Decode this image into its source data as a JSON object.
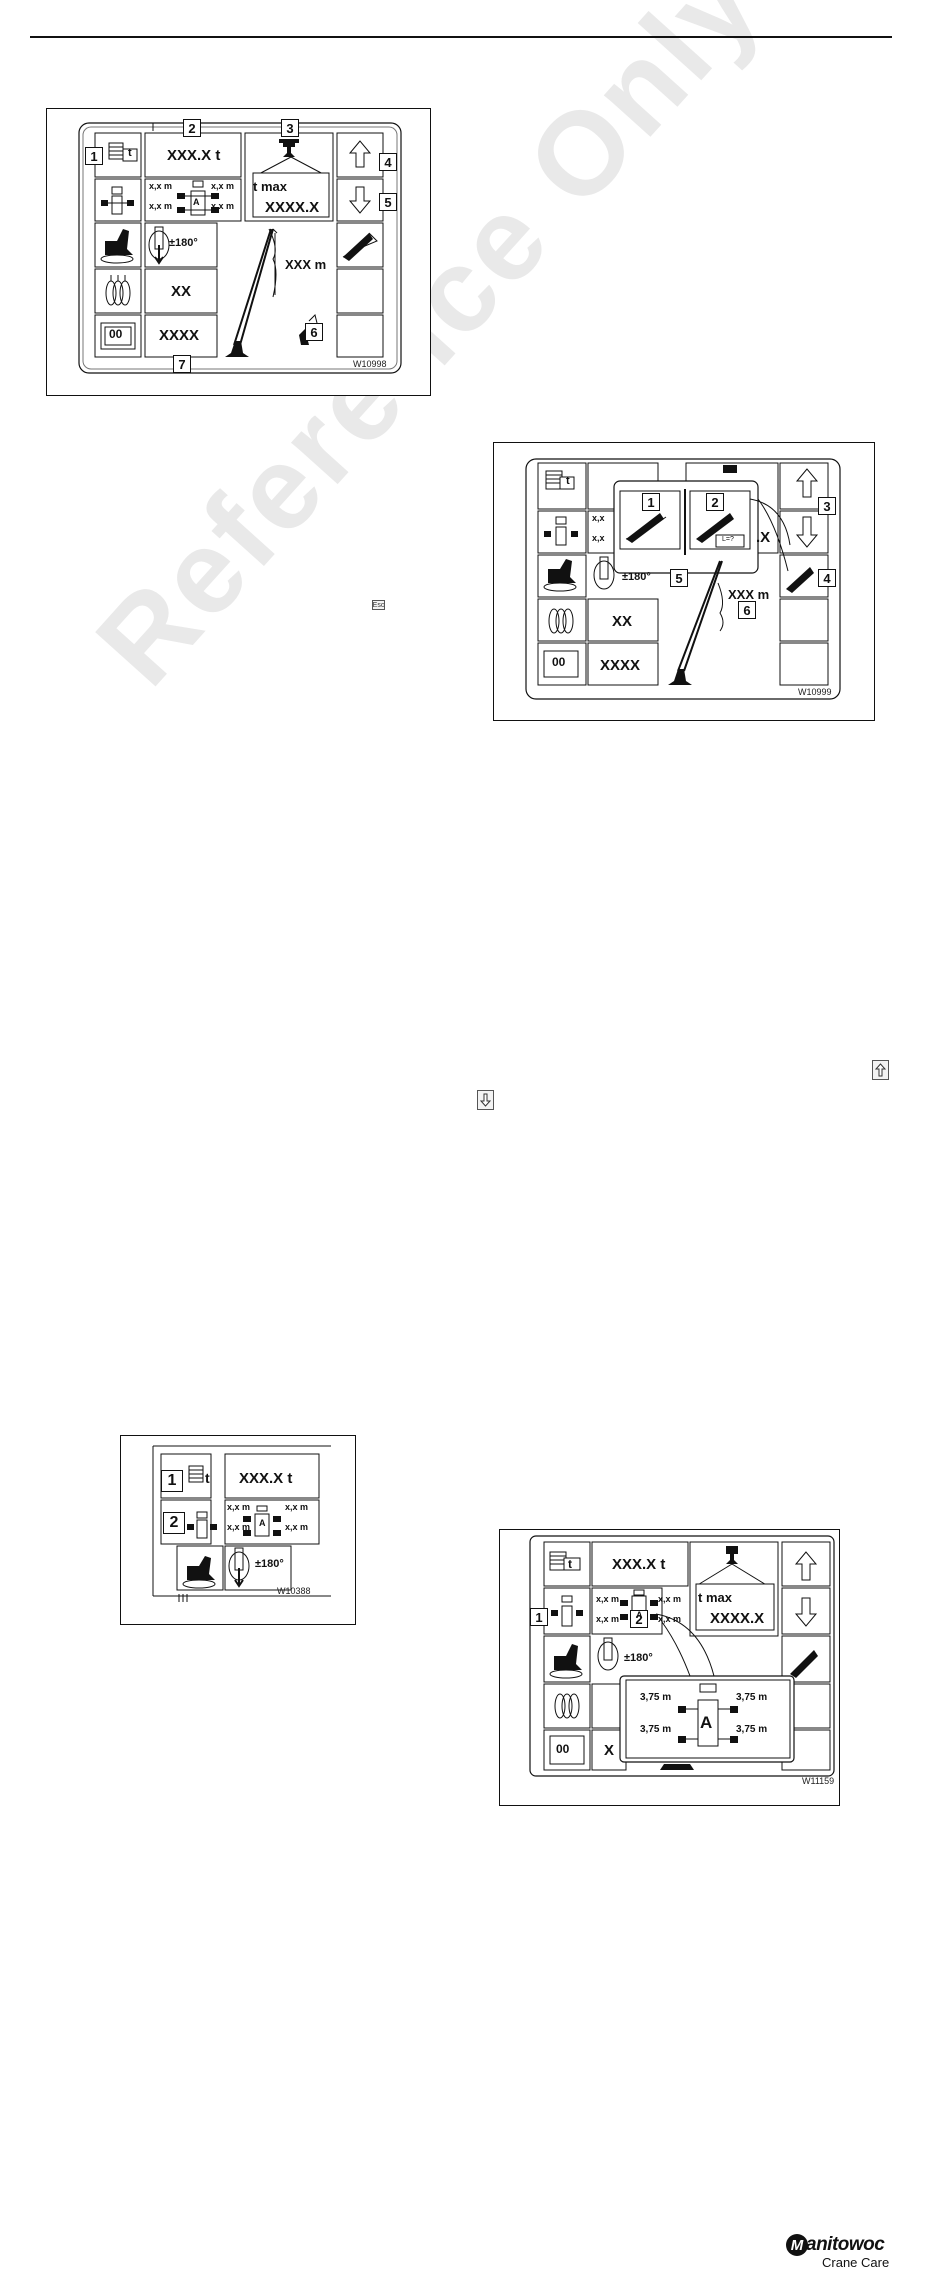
{
  "figure1": {
    "callouts": [
      "1",
      "2",
      "3",
      "4",
      "5",
      "6",
      "7"
    ],
    "load": "XXX.X t",
    "t_icon": "t",
    "outrigger": [
      "x,x m",
      "x,x m",
      "x,x m",
      "x,x m"
    ],
    "outrigger_letter": "A",
    "tmax_label": "t max",
    "tmax_value": "XXXX.X",
    "slew": "±180°",
    "radius": "XXX m",
    "reeving": "XX",
    "code_value": "XXXX",
    "counter": "00",
    "code": "W10998"
  },
  "figure2": {
    "callouts": [
      "1",
      "2",
      "3",
      "4",
      "5",
      "6"
    ],
    "t_icon": "t",
    "outrigger_partial": [
      "x,x",
      "x,x"
    ],
    "tmax_partial": ".X",
    "slew": "±180°",
    "radius": "XXX m",
    "reeving": "XX",
    "code_value": "XXXX",
    "counter": "00",
    "sensor_label": "L=?",
    "code": "W10999"
  },
  "figure3": {
    "callouts": [
      "1",
      "2"
    ],
    "t_icon": "t",
    "load": "XXX.X t",
    "outrigger": [
      "x,x m",
      "x,x m",
      "x,x m",
      "x,x m"
    ],
    "outrigger_letter": "A",
    "slew": "±180°",
    "code": "W10388"
  },
  "figure4": {
    "callouts": [
      "1",
      "2"
    ],
    "t_icon": "t",
    "load": "XXX.X t",
    "tmax_label": "t max",
    "tmax_value": "XXXX.X",
    "outrigger": [
      "x,x m",
      "x,x m",
      "x,x m",
      "x,x m"
    ],
    "outrigger_letter": "A",
    "slew": "±180°",
    "zoom_values": [
      "3,75 m",
      "3,75 m",
      "3,75 m",
      "3,75 m"
    ],
    "zoom_letter": "A",
    "counter": "00",
    "partial_code": "X",
    "code": "W11159"
  },
  "key_icons": {
    "esc": "Esc",
    "up": "up-arrow-key",
    "down": "down-arrow-key"
  },
  "brand": {
    "mark": "M",
    "name": "anitowoc",
    "sub": "Crane Care"
  }
}
